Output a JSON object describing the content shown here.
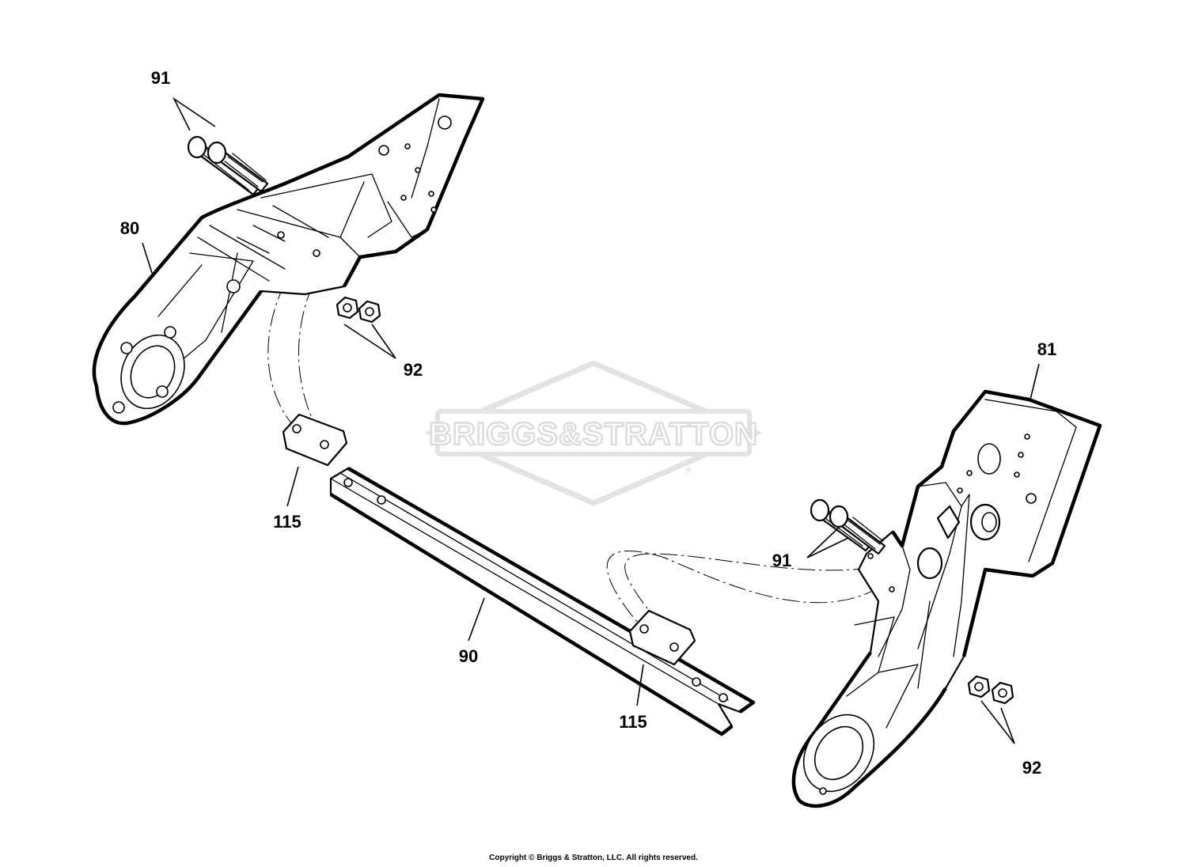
{
  "diagram": {
    "watermark": "BRIGGS&STRATTON",
    "watermark_mark": "®",
    "callouts": {
      "c91_top": "91",
      "c80": "80",
      "c92_left": "92",
      "c81": "81",
      "c115_left": "115",
      "c91_right": "91",
      "c90": "90",
      "c115_right": "115",
      "c92_right": "92"
    },
    "copyright": "Copyright © Briggs & Stratton, LLC. All rights reserved."
  }
}
